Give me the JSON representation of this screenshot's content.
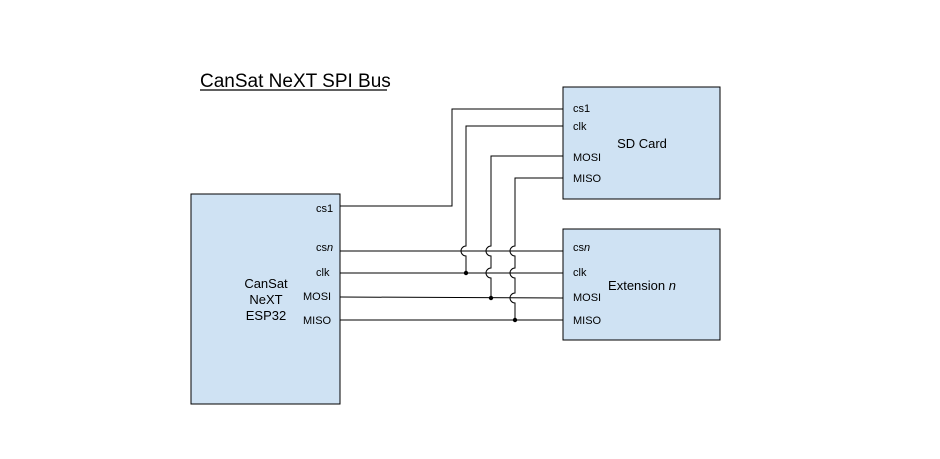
{
  "title": "CanSat NeXT SPI Bus",
  "colors": {
    "box_fill": "#cfe2f3",
    "line": "#000000",
    "text": "#000000"
  },
  "esp32": {
    "label_lines": [
      "CanSat",
      "NeXT",
      "ESP32"
    ],
    "pins": {
      "cs1": "cs1",
      "csn_prefix": "cs",
      "csn_suffix": "n",
      "clk": "clk",
      "mosi": "MOSI",
      "miso": "MISO"
    }
  },
  "sd_card": {
    "label": "SD Card",
    "pins": {
      "cs1": "cs1",
      "clk": "clk",
      "mosi": "MOSI",
      "miso": "MISO"
    }
  },
  "extension": {
    "label_prefix": "Extension ",
    "label_suffix": "n",
    "pins": {
      "csn_prefix": "cs",
      "csn_suffix": "n",
      "clk": "clk",
      "mosi": "MOSI",
      "miso": "MISO"
    }
  }
}
